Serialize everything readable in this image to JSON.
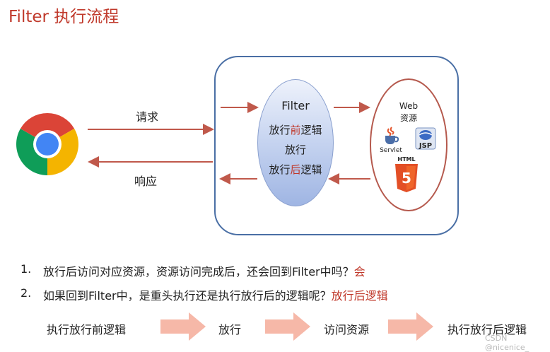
{
  "title": "Filter 执行流程",
  "request_label": "请求",
  "response_label": "响应",
  "filter": {
    "name": "Filter",
    "line1_a": "放行",
    "line1_b": "前",
    "line1_c": "逻辑",
    "line2": "放行",
    "line3_a": "放行",
    "line3_b": "后",
    "line3_c": "逻辑"
  },
  "web": {
    "line1": "Web",
    "line2": "资源",
    "servlet": "Servlet",
    "jsp": "JSP",
    "html": "HTML",
    "html_num": "5"
  },
  "questions": [
    {
      "num": "1.",
      "text": "放行后访问对应资源，资源访问完成后，还会回到Filter中吗？",
      "answer": "会"
    },
    {
      "num": "2.",
      "text": "如果回到Filter中，是重头执行还是执行放行后的逻辑呢？",
      "answer": "放行后逻辑"
    }
  ],
  "flow": [
    "执行放行前逻辑",
    "放行",
    "访问资源",
    "执行放行后逻辑"
  ],
  "watermark": "CSDN @nicenice_",
  "colors": {
    "accent": "#c0392b",
    "box_border": "#4a6fa5",
    "arrow": "#c0594b"
  }
}
